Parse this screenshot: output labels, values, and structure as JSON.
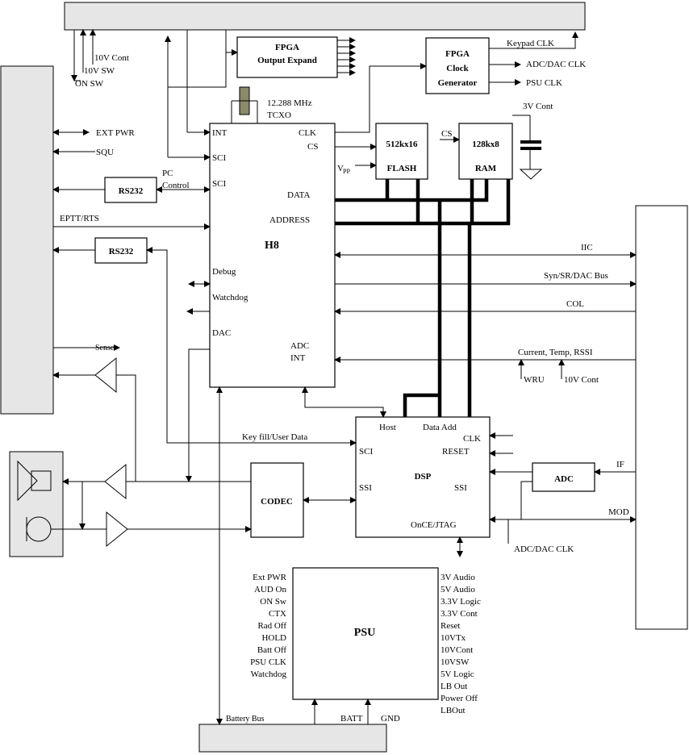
{
  "blocks": {
    "fpga_expand": [
      "FPGA",
      "Output Expand"
    ],
    "fpga_clock": [
      "FPGA",
      "Clock",
      "Generator"
    ],
    "tcxo": [
      "12.288  MHz",
      "TCXO"
    ],
    "flash": [
      "512kx16",
      "FLASH"
    ],
    "ram": [
      "128kx8",
      "RAM"
    ],
    "h8": "H8",
    "dsp": "DSP",
    "codec": "CODEC",
    "adc": "ADC",
    "psu": "PSU",
    "rs232_a": "RS232",
    "rs232_b": "RS232"
  },
  "top_labels": {
    "v10_cont": "10V  Cont",
    "v10_sw": "10V SW",
    "on_sw": "ON SW",
    "keypad_clk": "Keypad CLK",
    "adc_dac_clk": "ADC/DAC CLK",
    "psu_clk": "PSU CLK",
    "v3_cont": "3V Cont"
  },
  "h8_pins": {
    "int": "INT",
    "sci1": "SCI",
    "sci2": "SCI",
    "clk": "CLK",
    "cs": "CS",
    "data": "DATA",
    "address": "ADDRESS",
    "debug": "Debug",
    "watchdog": "Watchdog",
    "dac": "DAC",
    "adc_int": [
      "ADC",
      "INT"
    ]
  },
  "left_labels": {
    "ext_pwr": "EXT PWR",
    "squ": "SQU",
    "pc_control": [
      "PC",
      "Control"
    ],
    "eptt": "EPTT/RTS",
    "sense": "Sense",
    "keyfill": "Key fill/User Data"
  },
  "memory_labels": {
    "cs": "CS",
    "vpp": "V",
    "vpp_sub": "PP"
  },
  "right_labels": {
    "iic": "IIC",
    "syn_bus": "Syn/SR/DAC Bus",
    "col": "COL",
    "current": "Current, Temp, RSSI",
    "wru": "WRU",
    "v10_cont": "10V  Cont",
    "if": "IF",
    "mod": "MOD",
    "adc_dac_clk": "ADC/DAC CLK"
  },
  "dsp_pins": {
    "host": "Host",
    "data_add": "Data Add",
    "clk": "CLK",
    "reset": "RESET",
    "sci": "SCI",
    "ssi_left": "SSI",
    "ssi_right": "SSI",
    "once": "OnCE/JTAG"
  },
  "psu_left": [
    "Ext PWR",
    "AUD On",
    "ON Sw",
    "CTX",
    "Rad Off",
    "HOLD",
    "Batt Off",
    "PSU CLK",
    "Watchdog"
  ],
  "psu_right": [
    "3V Audio",
    "5V Audio",
    "3.3V Logic",
    "3.3V  Cont",
    "Reset",
    "10VTx",
    "10VCont",
    "10VSW",
    "5V Logic",
    "LB Out",
    "Power Off",
    "LBOut"
  ],
  "bottom_labels": {
    "battery_bus": "Battery Bus",
    "batt": "BATT",
    "gnd": "GND"
  }
}
